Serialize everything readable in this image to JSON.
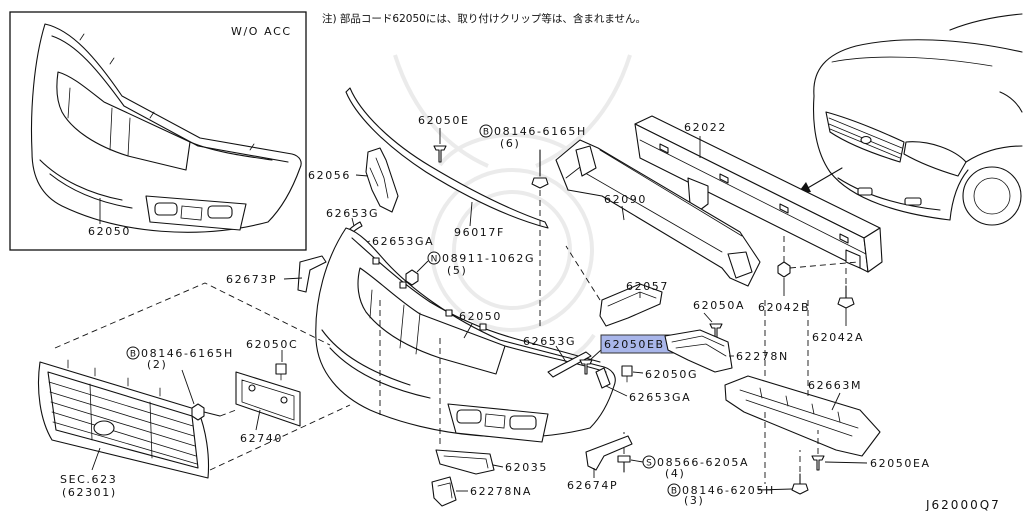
{
  "note": "注) 部品コード62050には、取り付けクリップ等は、含まれません。",
  "inset": {
    "condition": "W/O ACC",
    "part_no": "62050"
  },
  "parts": {
    "bumper_fascia": "62050",
    "clip_e": "62050E",
    "reinforcement": "62022",
    "bracket_upper_left": "62056",
    "energy_absorber": "62090",
    "bracket_g_left": "62653G",
    "bracket_ga_left": "62653GA",
    "molding": "96017F",
    "stay_left": "62673P",
    "bracket_right": "62057",
    "clip_a": "62050A",
    "nut_b": "62042B",
    "bolt_a": "62042A",
    "clip_c": "62050C",
    "bracket_g_right": "62653G",
    "clip_eb": "62050EB",
    "duct_right": "62278N",
    "clip_g": "62050G",
    "bracket_ga_right": "62653GA",
    "undercover": "62663M",
    "license_bracket": "62740",
    "fog_bracket": "62035",
    "clip_ea": "62050EA",
    "duct_left": "62278NA",
    "stay_right": "62674P"
  },
  "fasteners": [
    {
      "prefix": "B",
      "number": "08146-6165H",
      "qty": "(6)"
    },
    {
      "prefix": "N",
      "number": "08911-1062G",
      "qty": "(5)"
    },
    {
      "prefix": "B",
      "number": "08146-6165H",
      "qty": "(2)"
    },
    {
      "prefix": "S",
      "number": "08566-6205A",
      "qty": "(4)"
    },
    {
      "prefix": "B",
      "number": "08146-6205H",
      "qty": "(3)"
    }
  ],
  "grille": {
    "section": "SEC.623",
    "ref": "(62301)"
  },
  "diagram_code": "J62000Q7",
  "highlight_color": "#a9b6ea"
}
